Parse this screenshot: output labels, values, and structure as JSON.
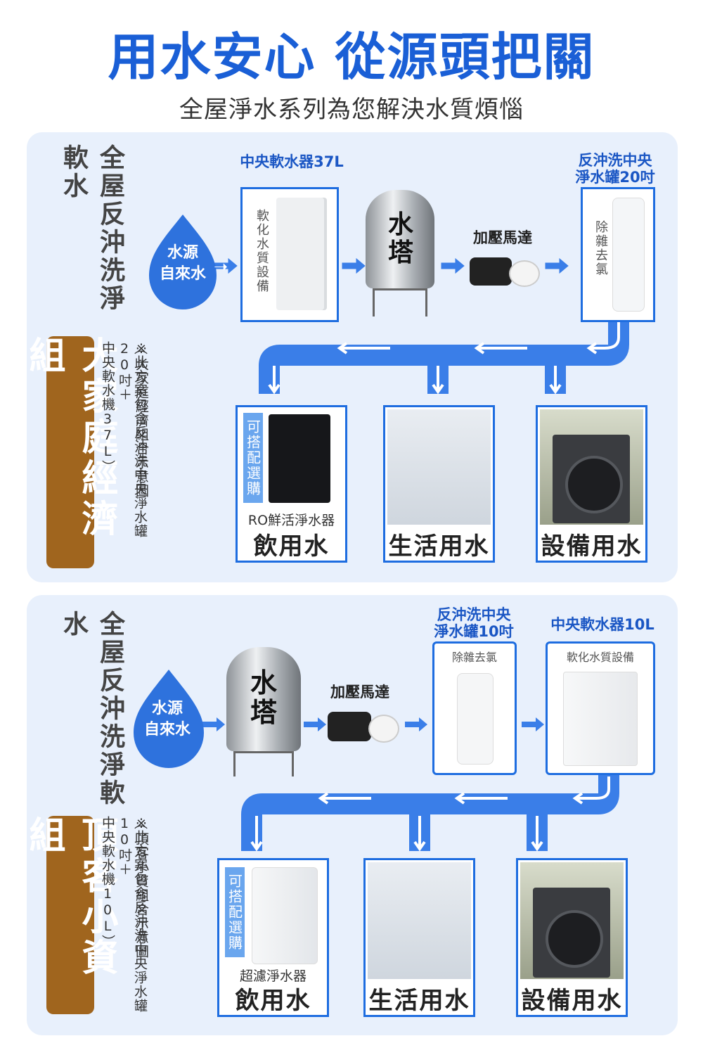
{
  "header": {
    "title": "用水安心 從源頭把關",
    "subtitle": "全屋淨水系列為您解決水質煩惱"
  },
  "colors": {
    "primary_blue": "#1a5fd6",
    "pipe_blue": "#3a7ee8",
    "badge_brown": "#a0651e",
    "panel_bg": "#e8f0fc"
  },
  "panels": [
    {
      "series": "全屋反沖洗淨軟水",
      "badge": "大家庭經濟組",
      "note_line1": "※大家庭經濟組合示意圖",
      "note_line2": "（此方案包含反沖洗中央淨水罐20吋＋",
      "note_line3": "中央軟水機37L）",
      "source_line1": "水源",
      "source_line2": "自來水",
      "softener_title": "中央軟水器37L",
      "softener_desc": "軟化水質設備",
      "tank_text": "水塔",
      "pump_title": "加壓馬達",
      "filter_title": "反沖洗中央淨水罐20吋",
      "filter_desc": "除雜去氯",
      "optional_label": "可搭配選購",
      "purifier_name": "RO鮮活淨水器",
      "outputs": [
        "飲用水",
        "生活用水",
        "設備用水"
      ]
    },
    {
      "series": "全屋反沖洗淨軟水",
      "badge": "頂客小資組",
      "note_line1": "※頂客小資組合示意圖",
      "note_line2": "（此方案包含反沖洗中央淨水罐10吋＋",
      "note_line3": "中央軟水機10L）",
      "source_line1": "水源",
      "source_line2": "自來水",
      "tank_text": "水塔",
      "pump_title": "加壓馬達",
      "filter_title": "反沖洗中央淨水罐10吋",
      "filter_desc": "除雜去氯",
      "softener_title": "中央軟水器10L",
      "softener_desc": "軟化水質設備",
      "optional_label": "可搭配選購",
      "purifier_name": "超濾淨水器",
      "outputs": [
        "飲用水",
        "生活用水",
        "設備用水"
      ]
    }
  ]
}
